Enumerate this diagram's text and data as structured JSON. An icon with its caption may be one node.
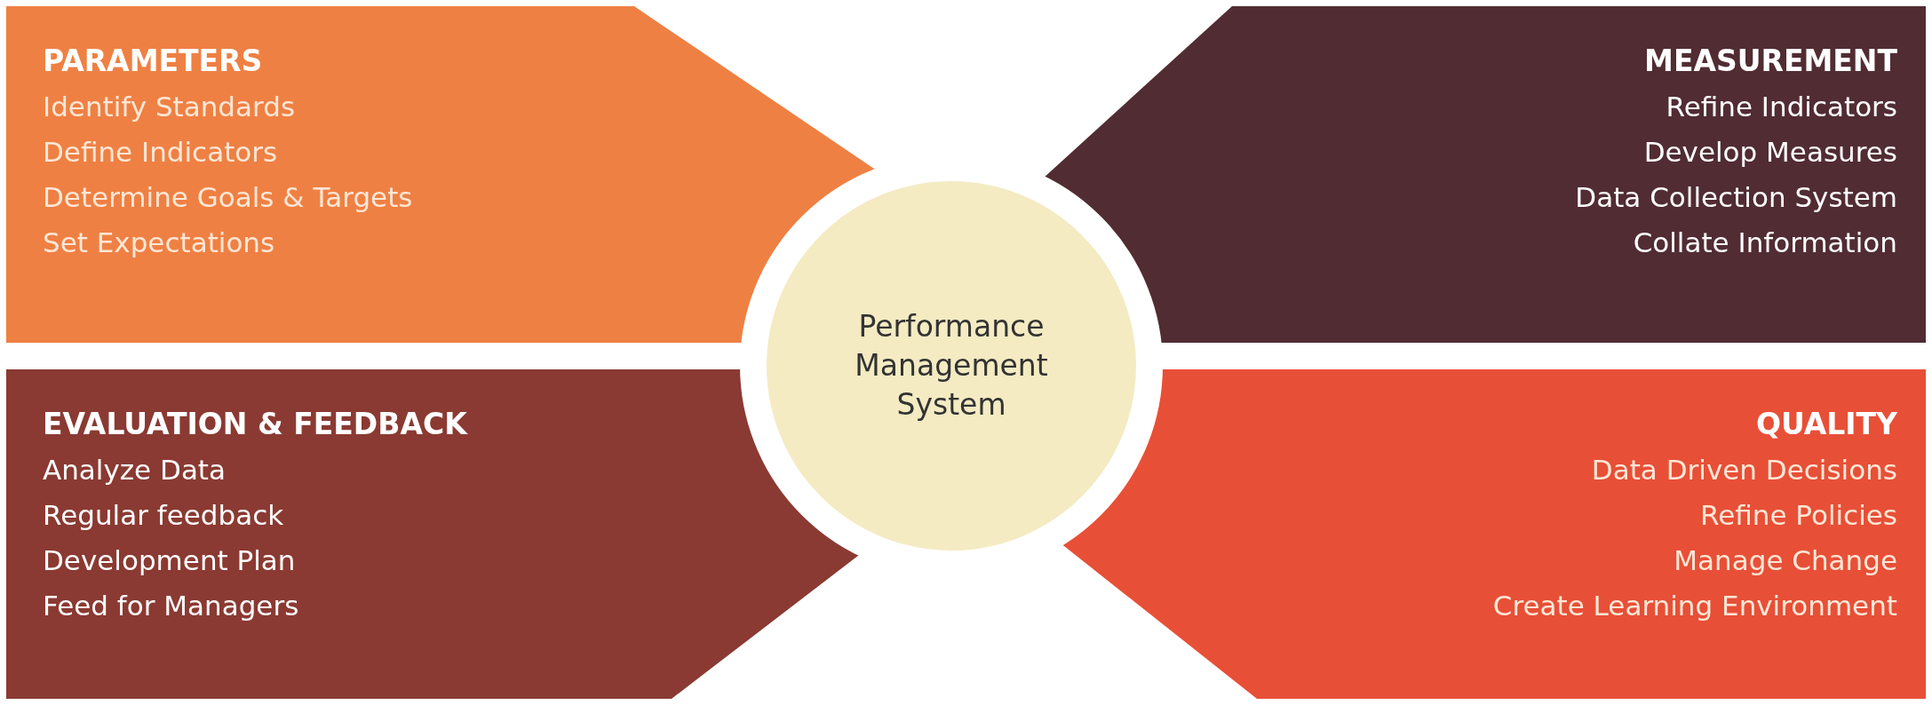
{
  "diagram": {
    "nodes": [
      {
        "text": [
          "PARAMETERS",
          "Identify Standards",
          "Define Indicators",
          "Determine Goals & Targets",
          "Set Expectations"
        ]
      },
      {
        "text": [
          "MEASUREMENT",
          "Refine Indicators",
          "Develop Measures",
          "Data Collection System",
          "Collate Information"
        ]
      },
      {
        "text": [
          "EVALUATION & FEEDBACK",
          "Analyze Data",
          "Regular feedback",
          "Development Plan",
          "Feed for Managers"
        ]
      },
      {
        "text": [
          "QUALITY",
          "Data Driven Decisions",
          "Refine Policies",
          "Manage Change",
          "Create Learning Environment"
        ]
      },
      {
        "text": [
          "Performance Management System"
        ]
      }
    ]
  }
}
